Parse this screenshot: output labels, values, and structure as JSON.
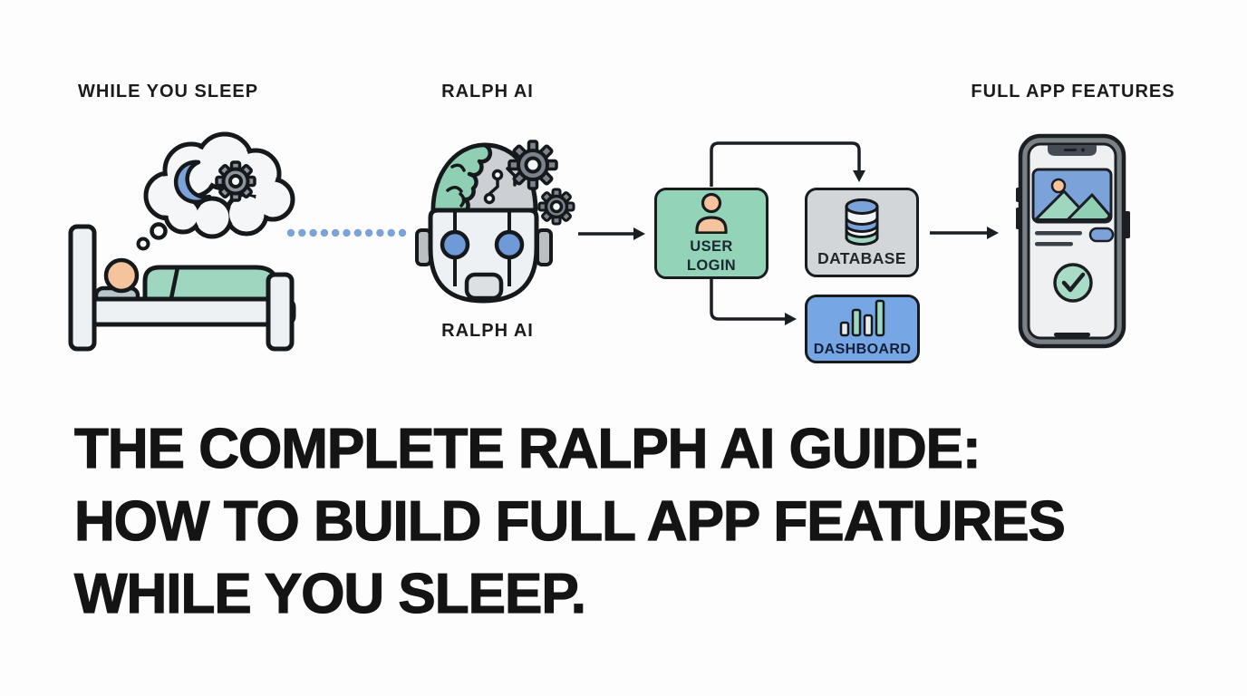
{
  "stage_labels": {
    "while_you_sleep": "WHILE YOU SLEEP",
    "ralph_ai": "RALPH AI",
    "full_app_features": "FULL APP FEATURES",
    "ralph_ai_caption": "RALPH AI"
  },
  "flow": {
    "nodes": [
      {
        "id": "user-login",
        "label": "USER LOGIN",
        "lines": [
          "USER",
          "LOGIN"
        ],
        "fill": "#93d4b8",
        "icon": "user-icon"
      },
      {
        "id": "database",
        "label": "DATABASE",
        "fill": "#d3d6d9",
        "icon": "database-icon"
      },
      {
        "id": "dashboard",
        "label": "DASHBOARD",
        "fill": "#76a7e4",
        "icon": "bar-chart-icon"
      }
    ],
    "connections": [
      {
        "from": "ralph-ai-robot",
        "to": "user-login"
      },
      {
        "from": "user-login",
        "to": "database"
      },
      {
        "from": "user-login",
        "to": "dashboard"
      },
      {
        "from": "database",
        "to": "smartphone"
      }
    ]
  },
  "headline": {
    "lines": [
      "THE COMPLETE RALPH AI GUIDE:",
      "HOW TO BUILD FULL APP FEATURES",
      "WHILE YOU SLEEP."
    ]
  },
  "icons": {
    "sleep_scene": "sleeping-person-icon",
    "thought_bubble": "thought-bubble-icon",
    "moon": "crescent-moon-icon",
    "gear": "gear-icon",
    "robot": "robot-head-icon",
    "user": "user-icon",
    "database": "database-icon",
    "dashboard": "bar-chart-icon",
    "phone": "smartphone-icon",
    "check": "check-circle-icon",
    "image_card": "image-placeholder-icon"
  },
  "colors": {
    "accent_teal": "#93d4b8",
    "accent_blue": "#76a7e4",
    "neutral_gray": "#d3d6d9",
    "outline": "#181c1f",
    "dot_blue": "#7ba2d9",
    "skin_peach": "#f6c49c",
    "blanket_teal": "#9fd6c0",
    "headline_black": "#141414",
    "background": "#fdfdfd"
  }
}
